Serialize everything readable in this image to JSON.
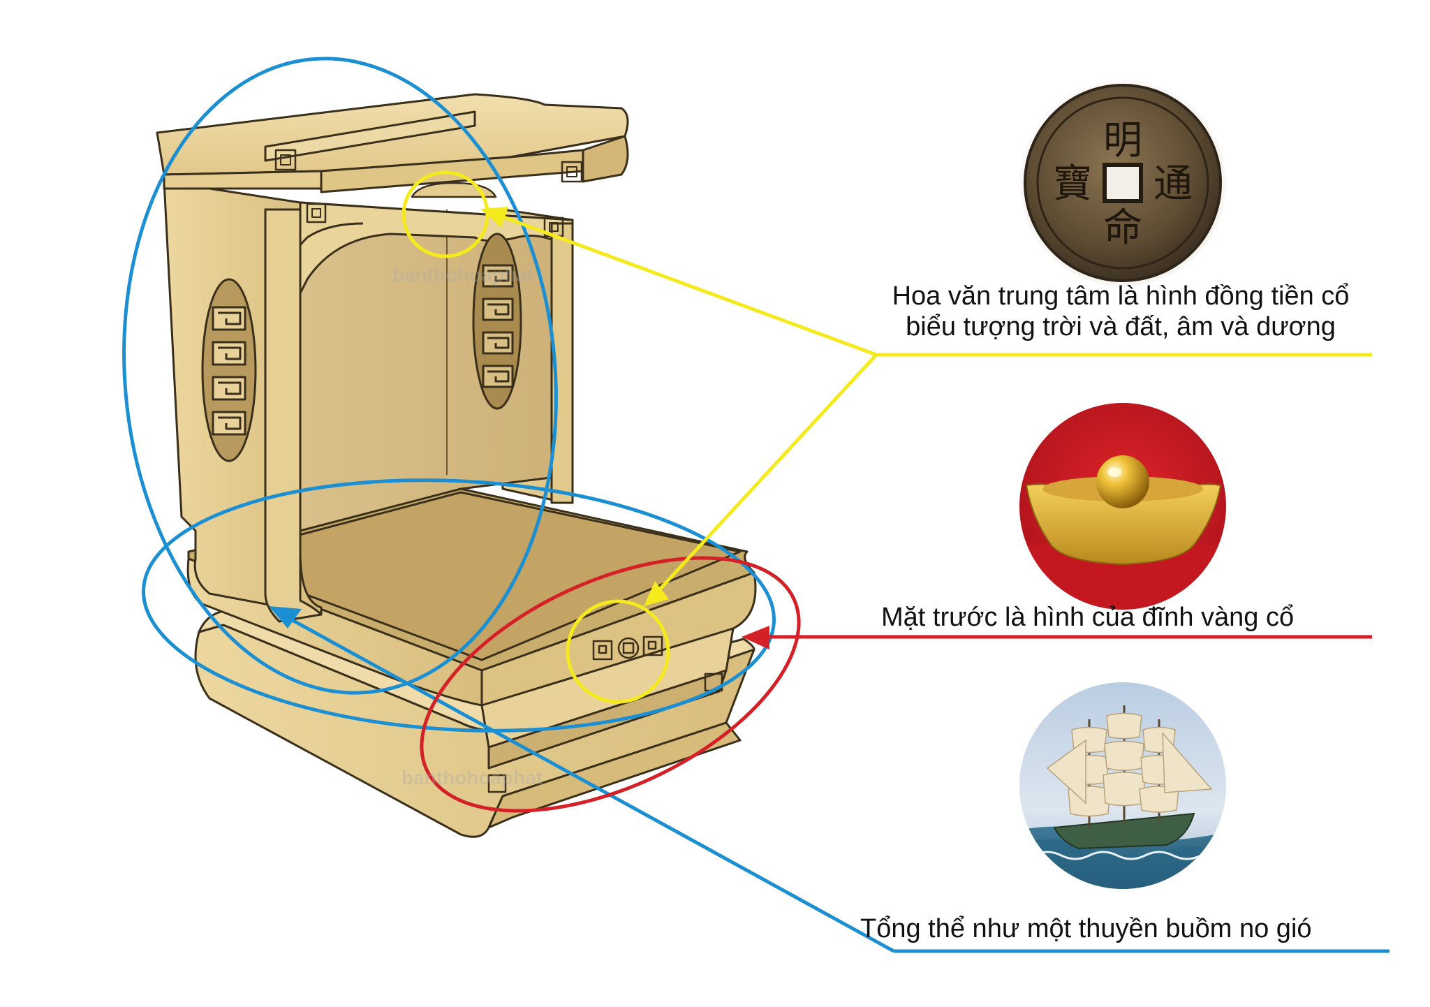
{
  "captions": {
    "coin_line1": "Hoa văn trung tâm là hình đồng tiền cổ",
    "coin_line2": "biểu tượng trời và đất, âm và dương",
    "ingot": "Mặt trước là hình của đĩnh vàng cổ",
    "ship": "Tổng thể như một thuyền buồm no gió"
  },
  "coin_characters": {
    "top": "明",
    "right": "通",
    "bottom": "命",
    "left": "寶"
  },
  "watermark": "banthohoaphat",
  "colors": {
    "yellow": "#f4ea1e",
    "red": "#d42027",
    "blue": "#1b8fd2",
    "wood": "#e8d29a",
    "wood_dark": "#c9ae6c",
    "outline": "#3a2f1a"
  },
  "icons": [
    "coin-icon",
    "gold-ingot-icon",
    "sailing-ship-icon"
  ]
}
